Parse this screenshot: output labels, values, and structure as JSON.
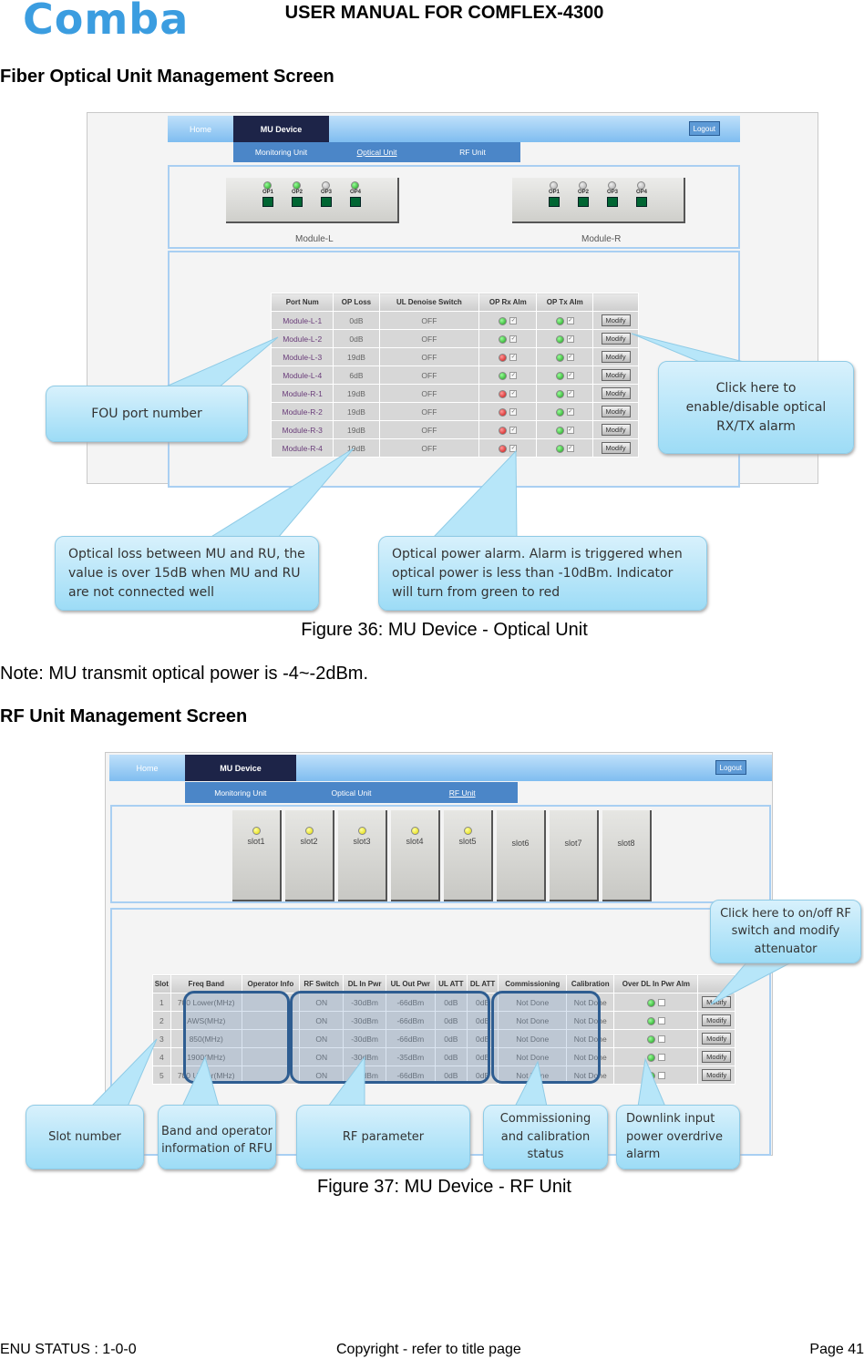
{
  "header": {
    "logo": "Comba",
    "title": "USER MANUAL FOR COMFLEX-4300"
  },
  "section1": {
    "heading": "Fiber Optical Unit Management Screen"
  },
  "nav": {
    "home": "Home",
    "mu_device": "MU Device",
    "logout": "Logout",
    "sub": [
      "Monitoring Unit",
      "Optical Unit",
      "RF Unit"
    ]
  },
  "fig36": {
    "modules": [
      {
        "label": "Module-L",
        "ports": [
          {
            "name": "OP1",
            "state": "green"
          },
          {
            "name": "OP2",
            "state": "green"
          },
          {
            "name": "OP3",
            "state": "gray"
          },
          {
            "name": "OP4",
            "state": "green"
          }
        ]
      },
      {
        "label": "Module-R",
        "ports": [
          {
            "name": "OP1",
            "state": "gray"
          },
          {
            "name": "OP2",
            "state": "gray"
          },
          {
            "name": "OP3",
            "state": "gray"
          },
          {
            "name": "OP4",
            "state": "gray"
          }
        ]
      }
    ],
    "columns": [
      "Port Num",
      "OP Loss",
      "UL Denoise Switch",
      "OP Rx Alm",
      "OP Tx Alm",
      ""
    ],
    "modify": "Modify",
    "rows": [
      [
        "Module-L-1",
        "0dB",
        "OFF",
        "green",
        "green"
      ],
      [
        "Module-L-2",
        "0dB",
        "OFF",
        "green",
        "green"
      ],
      [
        "Module-L-3",
        "19dB",
        "OFF",
        "red",
        "green"
      ],
      [
        "Module-L-4",
        "6dB",
        "OFF",
        "green",
        "green"
      ],
      [
        "Module-R-1",
        "19dB",
        "OFF",
        "red",
        "green"
      ],
      [
        "Module-R-2",
        "19dB",
        "OFF",
        "red",
        "green"
      ],
      [
        "Module-R-3",
        "19dB",
        "OFF",
        "red",
        "green"
      ],
      [
        "Module-R-4",
        "19dB",
        "OFF",
        "red",
        "green"
      ]
    ],
    "callouts": {
      "fou": "FOU port number",
      "alarm_click": "Click here to enable/disable optical RX/TX alarm",
      "loss": "Optical loss between MU and RU, the value is over 15dB when MU and RU are not connected well",
      "power": "Optical power alarm. Alarm is triggered when optical power is less than -10dBm. Indicator will turn from green to red"
    },
    "caption": "Figure 36: MU Device - Optical Unit"
  },
  "note": "Note: MU transmit optical power is -4~-2dBm.",
  "section2": {
    "heading": "RF Unit Management Screen"
  },
  "fig37": {
    "slots": [
      {
        "name": "slot1",
        "led": true
      },
      {
        "name": "slot2",
        "led": true
      },
      {
        "name": "slot3",
        "led": true
      },
      {
        "name": "slot4",
        "led": true
      },
      {
        "name": "slot5",
        "led": true
      },
      {
        "name": "slot6",
        "led": false
      },
      {
        "name": "slot7",
        "led": false
      },
      {
        "name": "slot8",
        "led": false
      }
    ],
    "columns": [
      "Slot",
      "Freq Band",
      "Operator Info",
      "RF Switch",
      "DL In Pwr",
      "UL Out Pwr",
      "UL ATT",
      "DL ATT",
      "Commissioning",
      "Calibration",
      "Over DL In Pwr Alm",
      ""
    ],
    "modify": "Modify",
    "rows": [
      [
        "1",
        "700 Lower(MHz)",
        "",
        "ON",
        "-30dBm",
        "-66dBm",
        "0dB",
        "0dB",
        "Not Done",
        "Not Done"
      ],
      [
        "2",
        "AWS(MHz)",
        "",
        "ON",
        "-30dBm",
        "-66dBm",
        "0dB",
        "0dB",
        "Not Done",
        "Not Done"
      ],
      [
        "3",
        "850(MHz)",
        "",
        "ON",
        "-30dBm",
        "-66dBm",
        "0dB",
        "0dB",
        "Not Done",
        "Not Done"
      ],
      [
        "4",
        "1900(MHz)",
        "",
        "ON",
        "-30dBm",
        "-35dBm",
        "0dB",
        "0dB",
        "Not Done",
        "Not Done"
      ],
      [
        "5",
        "700 Upper(MHz)",
        "",
        "ON",
        "-30dBm",
        "-66dBm",
        "0dB",
        "0dB",
        "Not Done",
        "Not Done"
      ]
    ],
    "callouts": {
      "rf_click": "Click here to on/off RF switch and modify attenuator",
      "slot": "Slot number",
      "band": "Band and operator information of RFU",
      "rf_param": "RF parameter",
      "comm": "Commissioning and calibration status",
      "dl": "Downlink input power overdrive alarm"
    },
    "caption": "Figure 37: MU Device - RF Unit"
  },
  "footer": {
    "left": "ENU STATUS : 1-0-0",
    "center": "Copyright - refer to title page",
    "right": "Page 41"
  }
}
